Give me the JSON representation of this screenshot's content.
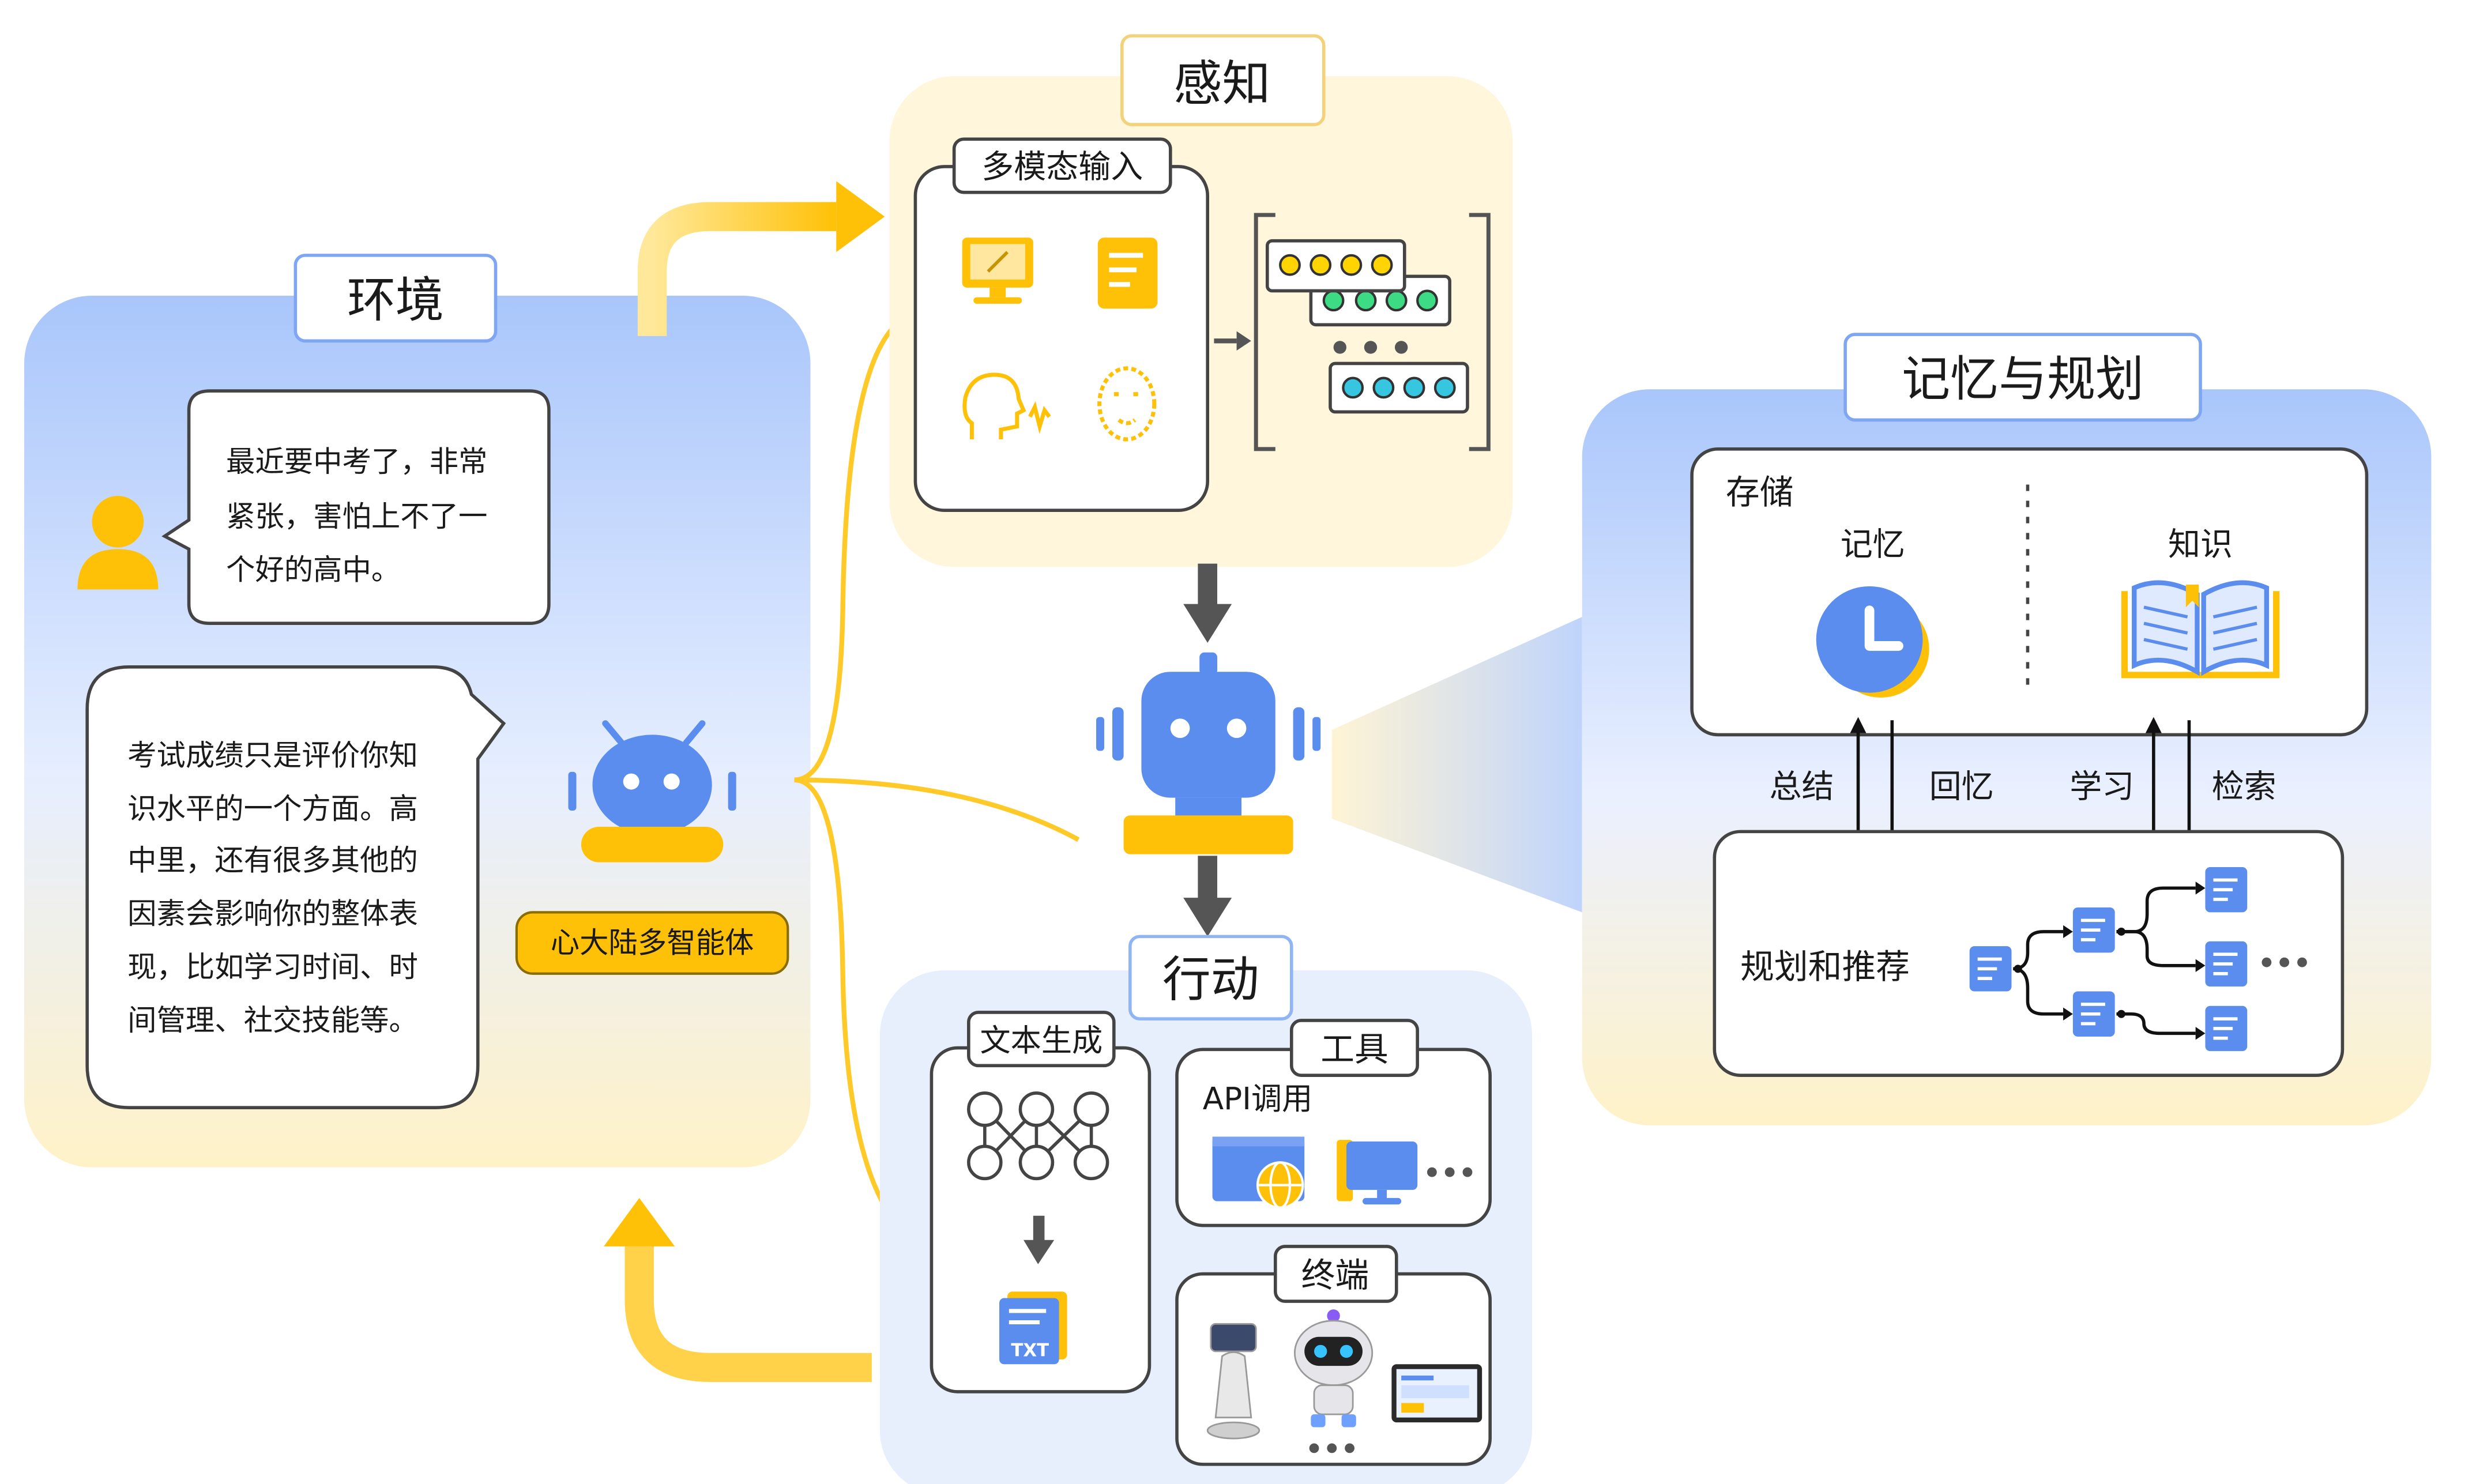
{
  "environment": {
    "title": "环境",
    "user_message": [
      "最近要中考了，非常",
      "紧张，害怕上不了一",
      "个好的高中。"
    ],
    "agent_reply": [
      "考试成绩只是评价你知",
      "识水平的一个方面。高",
      "中里，还有很多其他的",
      "因素会影响你的整体表",
      "现，比如学习时间、时",
      "间管理、社交技能等。"
    ],
    "agent_name": "心大陆多智能体"
  },
  "perception": {
    "title": "感知",
    "input_title": "多模态输入"
  },
  "action": {
    "title": "行动",
    "text_gen": {
      "title": "文本生成",
      "file_label": "TXT"
    },
    "tools": {
      "title": "工具",
      "api_label": "API调用"
    },
    "terminal": {
      "title": "终端"
    }
  },
  "memory": {
    "title": "记忆与规划",
    "storage": {
      "title": "存储",
      "memory_label": "记忆",
      "knowledge_label": "知识"
    },
    "arrows": {
      "summarize": "总结",
      "recall": "回忆",
      "learn": "学习",
      "retrieve": "检索"
    },
    "planning": {
      "title": "规划和推荐"
    }
  },
  "colors": {
    "blue": "#5b8def",
    "yellow": "#ffc107",
    "gray": "#555555"
  }
}
